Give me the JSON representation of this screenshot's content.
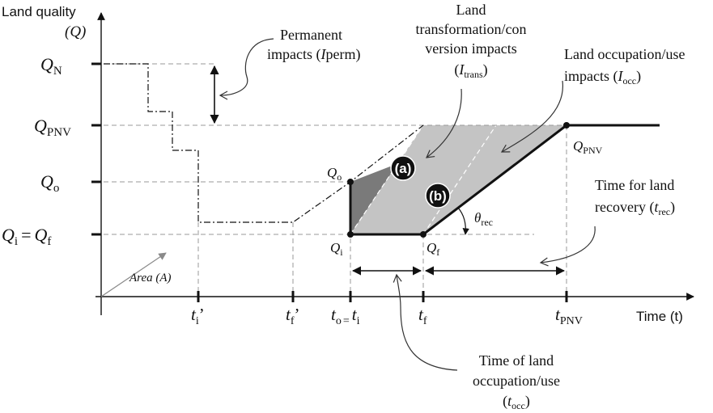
{
  "axes": {
    "y_title_main": "Land quality",
    "y_title_sym": "(Q)",
    "x_title": "Time (t)",
    "area_label": "Area (A)"
  },
  "y_ticks": {
    "qn": {
      "base": "Q",
      "sub": "N"
    },
    "qpnv": {
      "base": "Q",
      "sub": "PNV"
    },
    "qo": {
      "base": "Q",
      "sub": "o"
    },
    "qi": {
      "base": "Q",
      "sub": "i"
    },
    "eq": "=",
    "qf": {
      "base": "Q",
      "sub": "f"
    }
  },
  "x_ticks": {
    "ti_prime": {
      "base": "t",
      "sub": "i",
      "prime": "’"
    },
    "tf_prime": {
      "base": "t",
      "sub": "f",
      "prime": "’"
    },
    "to": {
      "base": "t",
      "sub": "o"
    },
    "eq": "=",
    "ti": {
      "base": "t",
      "sub": "i"
    },
    "tf": {
      "base": "t",
      "sub": "f"
    },
    "tpnv": {
      "base": "t",
      "sub": "PNV"
    }
  },
  "point_labels": {
    "qo": {
      "base": "Q",
      "sub": "o"
    },
    "qi": {
      "base": "Q",
      "sub": "i"
    },
    "qf": {
      "base": "Q",
      "sub": "f"
    },
    "qpnv": {
      "base": "Q",
      "sub": "PNV"
    },
    "theta": {
      "base": "θ",
      "sub": "rec"
    }
  },
  "badges": {
    "a": "(a)",
    "b": "(b)"
  },
  "annotations": {
    "perm_l1": "Permanent",
    "perm_l2_pre": "impacts (",
    "perm_l2_i": "I",
    "perm_l2_post": "perm)",
    "trans_l1": "Land",
    "trans_l2": "transformation/con",
    "trans_l3": "version impacts",
    "trans_l4_pre": "(",
    "trans_l4_i": "I",
    "trans_l4_sub": "trans",
    "trans_l4_post": ")",
    "occ_l1": "Land occupation/use",
    "occ_l2_pre": "impacts (",
    "occ_l2_i": "I",
    "occ_l2_sub": "occ",
    "occ_l2_post": ")",
    "rec_l1": "Time for land",
    "rec_l2_pre": "recovery (",
    "rec_l2_i": "t",
    "rec_l2_sub": "rec",
    "rec_l2_post": ")",
    "tocc_l1": "Time of land",
    "tocc_l2": "occupation/use",
    "tocc_l3_pre": "(",
    "tocc_l3_i": "t",
    "tocc_l3_sub": "occ",
    "tocc_l3_post": ")"
  },
  "colors": {
    "dark_area": "#7a7a7a",
    "light_area": "#c4c4c4",
    "line": "#111111",
    "guide": "#9a9a9a",
    "badge": "#111111"
  }
}
